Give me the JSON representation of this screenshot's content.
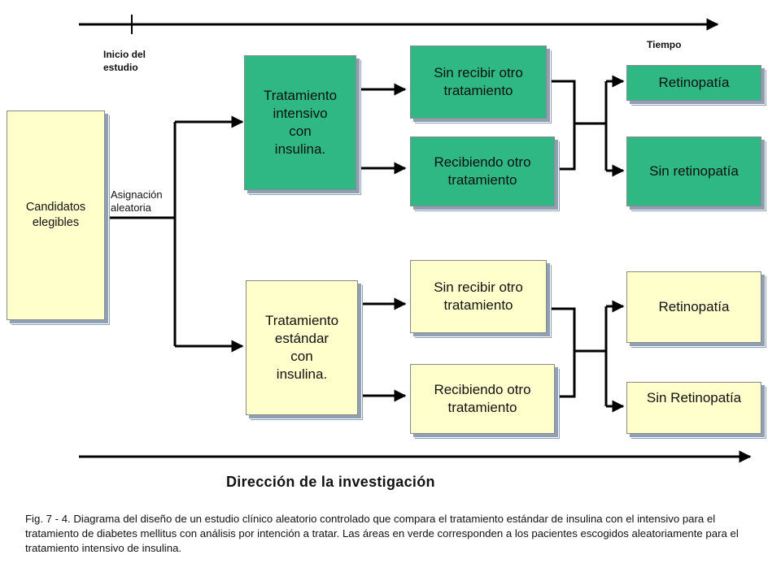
{
  "diagram": {
    "timeline": {
      "start_label": "Inicio del\nestudio",
      "end_label": "Tiempo"
    },
    "eligible": {
      "label": "Candidatos\nelegibles"
    },
    "randomization": {
      "label": "Asignación\naleatoria"
    },
    "intensive": {
      "label": "Tratamiento\nintensivo\ncon\ninsulina.",
      "no_other": "Sin recibir otro\ntratamiento",
      "other": "Recibiendo otro\ntratamiento",
      "outcome_yes": "Retinopatía",
      "outcome_no": "Sin retinopatía"
    },
    "standard": {
      "label": "Tratamiento\nestándar\ncon\ninsulina.",
      "no_other": "Sin recibir otro\ntratamiento",
      "other": "Recibiendo otro\ntratamiento",
      "outcome_yes": "Retinopatía",
      "outcome_no": "Sin Retinopatía"
    },
    "direction_label": "Dirección de la investigación",
    "caption": "Fig. 7 - 4. Diagrama del diseño de un estudio clínico aleatorio controlado que compara el tratamiento estándar de insulina con el intensivo para el tratamiento de diabetes mellitus con análisis por intención a tratar. Las áreas en verde corresponden a los pacientes escogidos aleatoriamente para el tratamiento intensivo de insulina.",
    "colors": {
      "intensive": "#2fb784",
      "standard": "#ffffcc",
      "line": "#000000"
    }
  }
}
